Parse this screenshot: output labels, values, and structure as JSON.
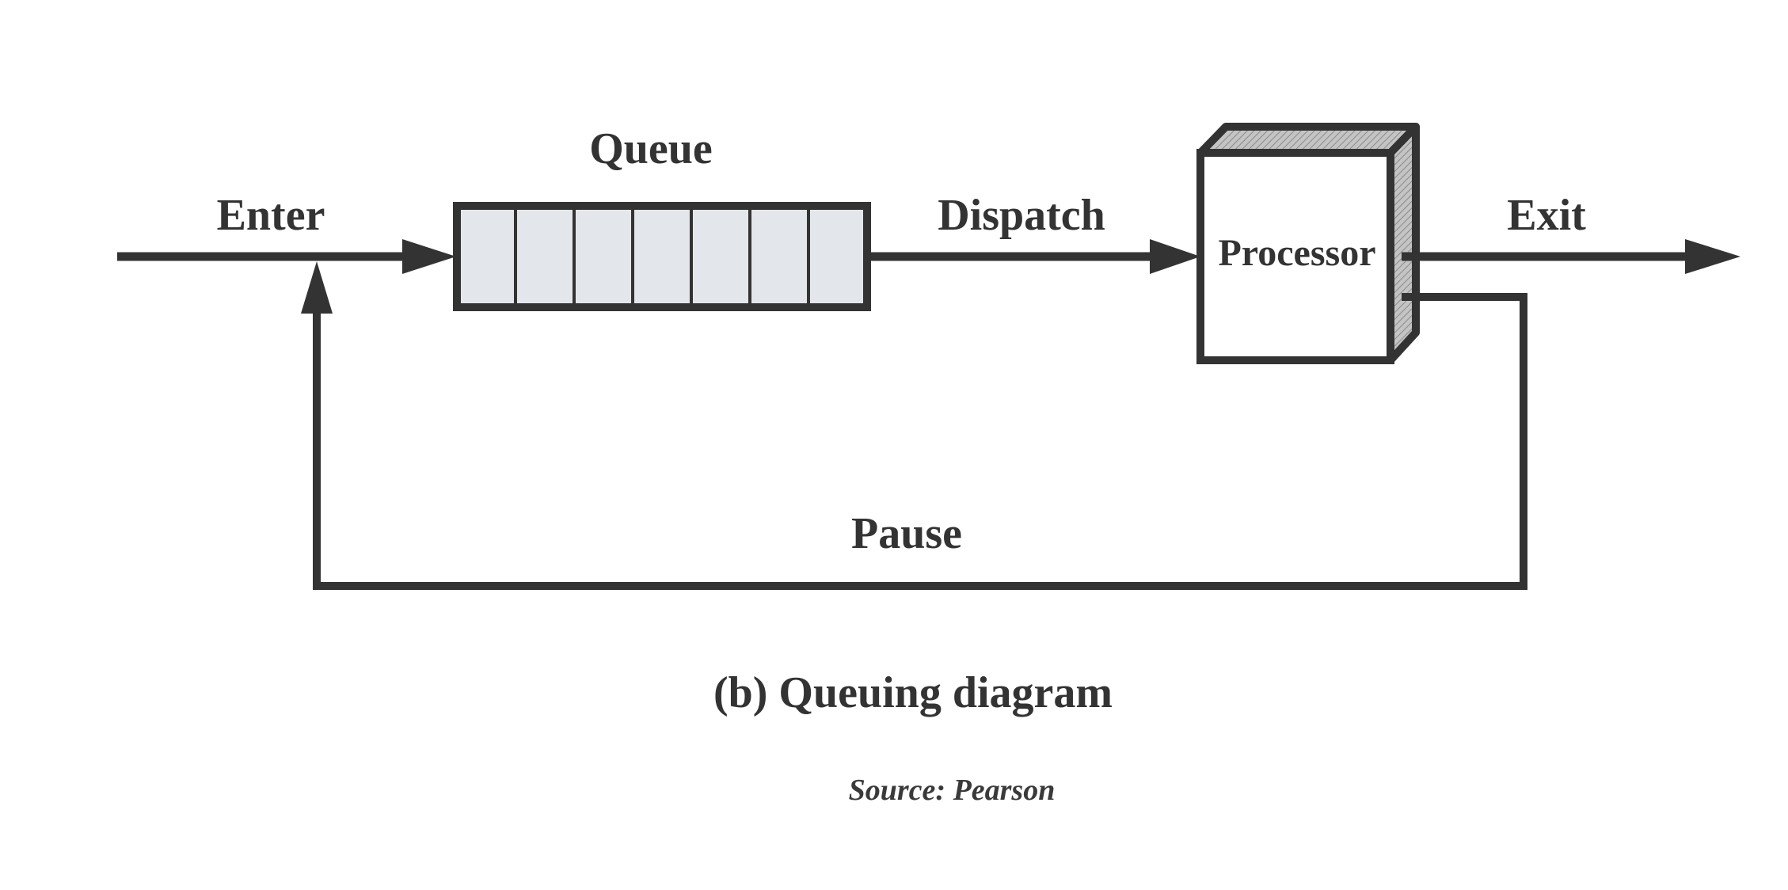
{
  "labels": {
    "enter": "Enter",
    "queue": "Queue",
    "dispatch": "Dispatch",
    "processor": "Processor",
    "exit": "Exit",
    "pause": "Pause"
  },
  "caption": "(b) Queuing diagram",
  "source": "Source: Pearson",
  "colors": {
    "line": "#333333",
    "queue_fill": "#e3e6ea",
    "processor_shade": "#b8b8b8"
  },
  "queue": {
    "slot_count": 7
  }
}
